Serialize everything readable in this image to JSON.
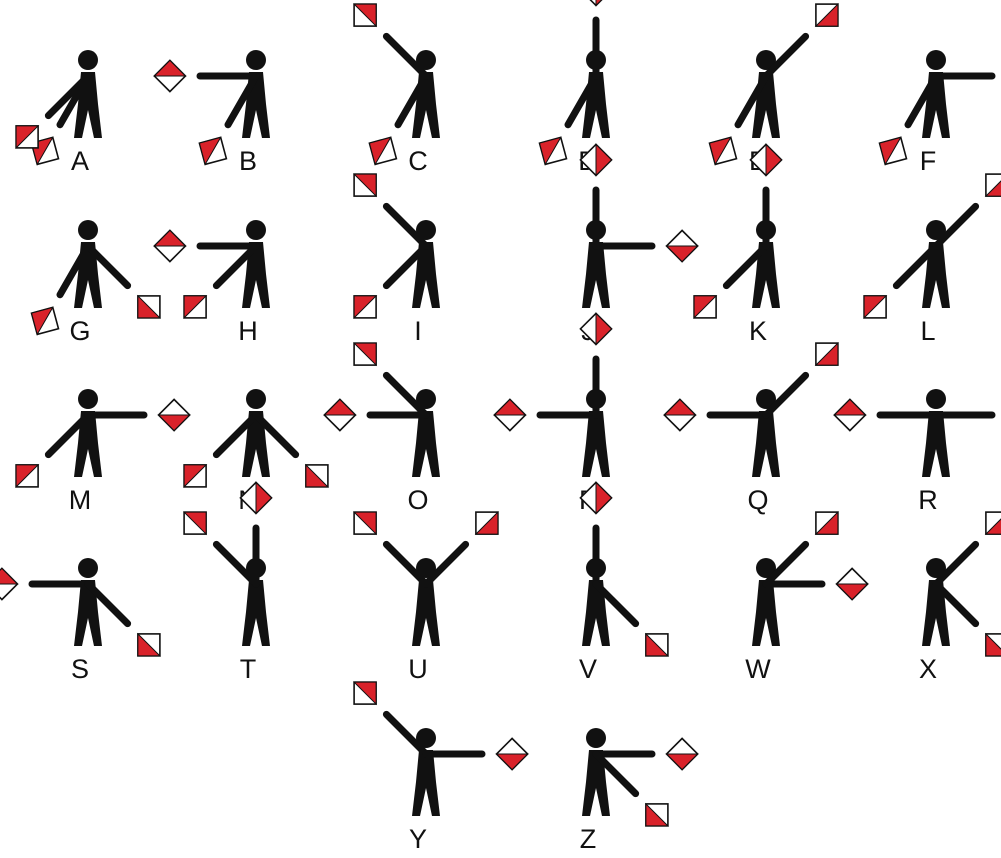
{
  "colors": {
    "ink": "#111111",
    "flag_red": "#d9222a",
    "flag_white": "#ffffff",
    "background": "#ffffff"
  },
  "signals": [
    {
      "letter": "A",
      "left_arm": 6,
      "right_arm": 7
    },
    {
      "letter": "B",
      "left_arm": 6,
      "right_arm": 0
    },
    {
      "letter": "C",
      "left_arm": 6,
      "right_arm": 1
    },
    {
      "letter": "D",
      "left_arm": 6,
      "right_arm": 2
    },
    {
      "letter": "E",
      "left_arm": 3,
      "right_arm": 6
    },
    {
      "letter": "F",
      "left_arm": 4,
      "right_arm": 6
    },
    {
      "letter": "G",
      "left_arm": 5,
      "right_arm": 6
    },
    {
      "letter": "H",
      "left_arm": 7,
      "right_arm": 0
    },
    {
      "letter": "I",
      "left_arm": 7,
      "right_arm": 1
    },
    {
      "letter": "J",
      "left_arm": 4,
      "right_arm": 2
    },
    {
      "letter": "K",
      "left_arm": 7,
      "right_arm": 2
    },
    {
      "letter": "L",
      "left_arm": 7,
      "right_arm": 3
    },
    {
      "letter": "M",
      "left_arm": 7,
      "right_arm": 4
    },
    {
      "letter": "N",
      "left_arm": 7,
      "right_arm": 5
    },
    {
      "letter": "O",
      "left_arm": 0,
      "right_arm": 1
    },
    {
      "letter": "P",
      "left_arm": 0,
      "right_arm": 2
    },
    {
      "letter": "Q",
      "left_arm": 0,
      "right_arm": 3
    },
    {
      "letter": "R",
      "left_arm": 0,
      "right_arm": 4
    },
    {
      "letter": "S",
      "left_arm": 0,
      "right_arm": 5
    },
    {
      "letter": "T",
      "left_arm": 1,
      "right_arm": 2
    },
    {
      "letter": "U",
      "left_arm": 1,
      "right_arm": 3
    },
    {
      "letter": "V",
      "left_arm": 2,
      "right_arm": 5
    },
    {
      "letter": "W",
      "left_arm": 3,
      "right_arm": 4
    },
    {
      "letter": "X",
      "left_arm": 3,
      "right_arm": 5
    },
    {
      "letter": "Y",
      "left_arm": 1,
      "right_arm": 4
    },
    {
      "letter": "Z",
      "left_arm": 4,
      "right_arm": 5
    }
  ]
}
